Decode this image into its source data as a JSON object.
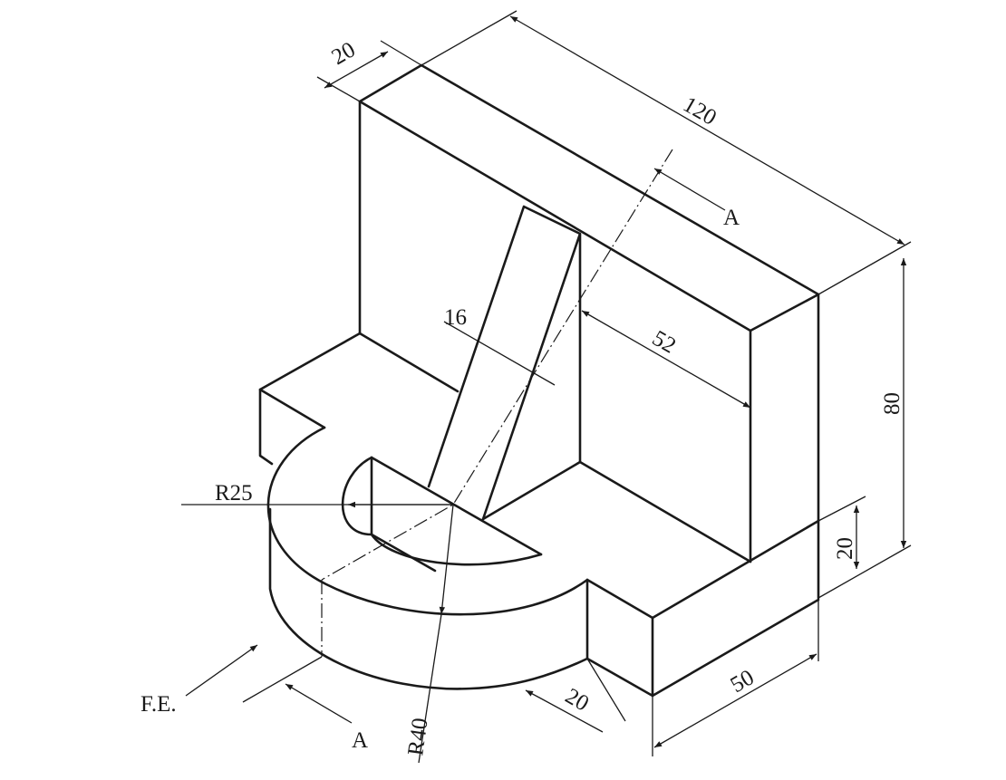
{
  "title": "Isometric view of bracket",
  "dimensions": {
    "wall_thickness": "20",
    "length": "120",
    "height": "80",
    "base_height": "20",
    "base_width": "50",
    "base_ext": "20",
    "slot_width": "16",
    "slot_position": "52",
    "inner_radius": "R25",
    "outer_radius": "R40"
  },
  "labels": {
    "section_top": "A",
    "section_bottom": "A",
    "front_elevation": "F.E."
  },
  "colors": {
    "ink": "#1a1a1a"
  }
}
